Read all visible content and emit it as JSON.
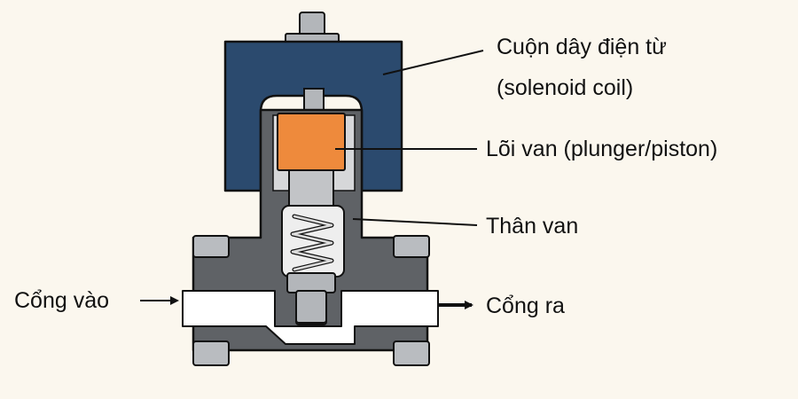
{
  "labels": {
    "coil_line1": "Cuộn dây điện từ",
    "coil_line2": "(solenoid coil)",
    "plunger": "Lõi van (plunger/piston)",
    "body": "Thân van",
    "inlet": "Cổng vào",
    "outlet": "Cổng ra"
  },
  "colors": {
    "background": "#fbf7ee",
    "coil": "#2b4a6e",
    "plunger": "#ee8a3c",
    "body": "#5f6266",
    "flange": "#b9bcc0",
    "stem": "#b3b6ba",
    "outline": "#111111",
    "passage": "#ffffff"
  }
}
